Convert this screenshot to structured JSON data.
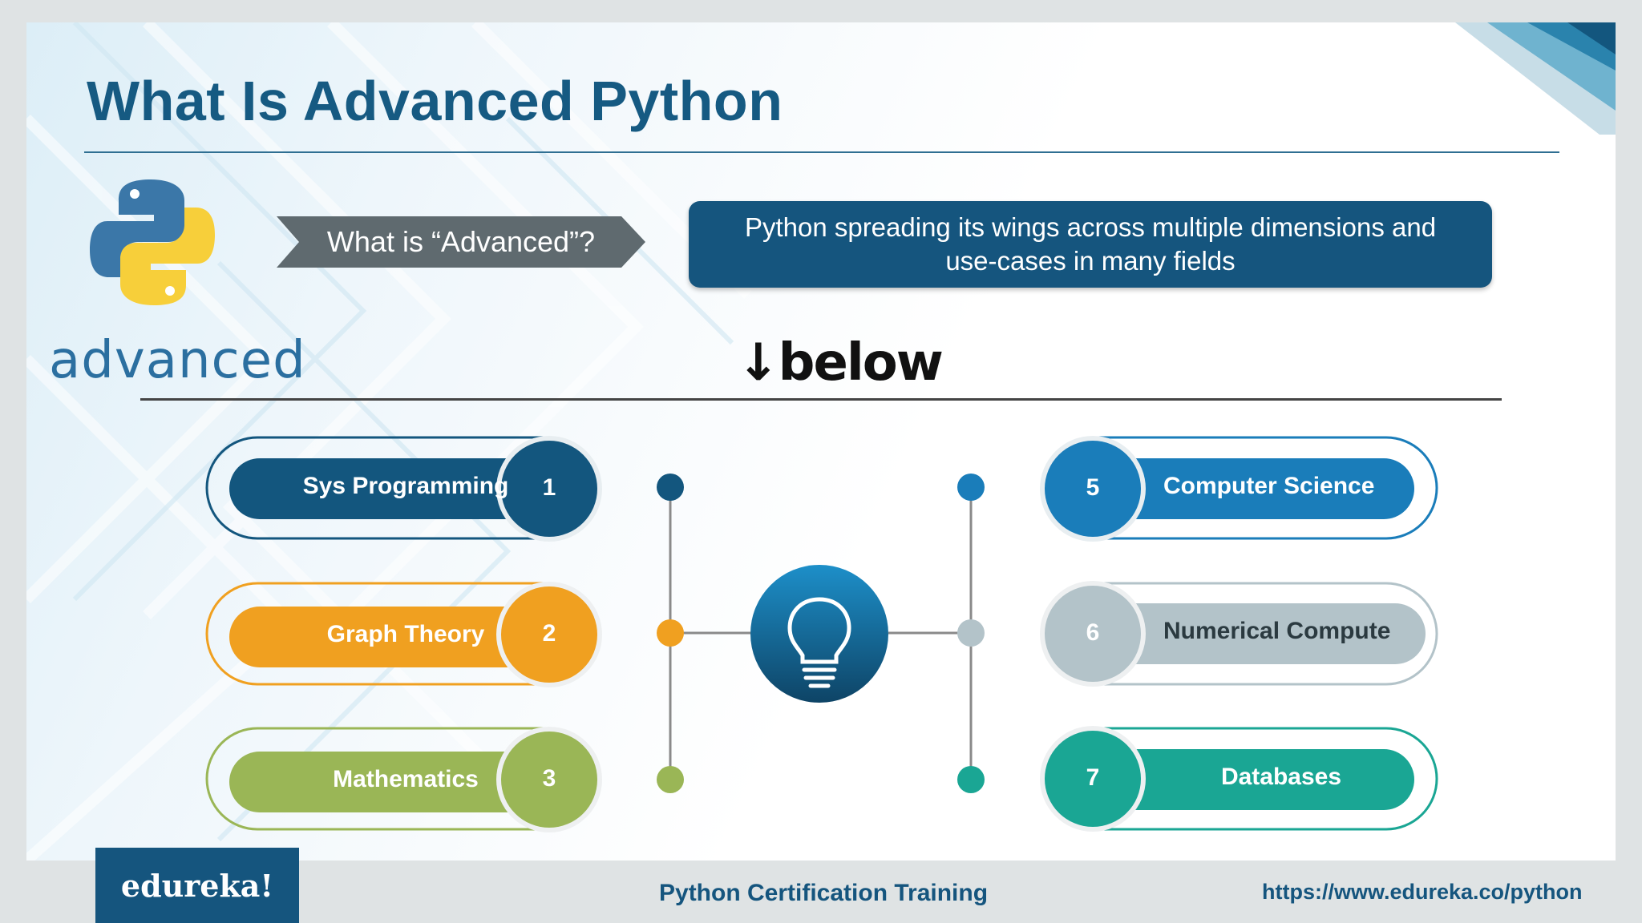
{
  "slide": {
    "title": "What Is Advanced Python",
    "logo_caption": "advanced",
    "question": "What is “Advanced”?",
    "definition": "Python spreading its wings across multiple dimensions and use-cases in many fields",
    "below_label": "below"
  },
  "items_left": [
    {
      "num": "1",
      "label": "Sys Programming",
      "color": "#13567e"
    },
    {
      "num": "2",
      "label": "Graph Theory",
      "color": "#f0a020"
    },
    {
      "num": "3",
      "label": "Mathematics",
      "color": "#9ab656"
    }
  ],
  "items_right": [
    {
      "num": "5",
      "label": "Computer Science",
      "color": "#1a7dba"
    },
    {
      "num": "6",
      "label": "Numerical Compute",
      "color": "#b3c3c9"
    },
    {
      "num": "7",
      "label": "Databases",
      "color": "#1aa694"
    }
  ],
  "center_icon": "lightbulb-icon",
  "footer": {
    "brand": "edureka!",
    "course": "Python Certification Training",
    "url": "https://www.edureka.co/python"
  }
}
